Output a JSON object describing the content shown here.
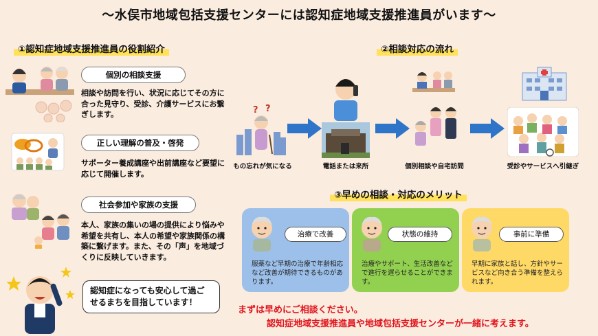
{
  "title": "～水俣市地域包括支援センターには認知症地域支援推進員がいます～",
  "section1": {
    "heading": "①認知症地域支援推進員の役割紹介",
    "items": [
      {
        "label": "個別の相談支援",
        "text": "相談や訪問を行い、状況に応じてその方に合った見守り、受診、介護サービスにお繋ぎします。"
      },
      {
        "label": "正しい理解の普及・啓発",
        "text": "サポーター養成講座や出前講座など要望に応じて開催します。"
      },
      {
        "label": "社会参加や家族の支援",
        "text": "本人、家族の集いの場の提供により悩みや希望を共有し、本人の希望や家族関係の構築に繋げます。また、その「声」を地域づくりに反映していきます。"
      }
    ],
    "speech": "認知症になっても安心して過ごせるまちを目指しています！"
  },
  "section2": {
    "heading": "②相談対応の流れ",
    "steps": [
      "もの忘れが気になる",
      "電話または来所",
      "個別相談や自宅訪問",
      "受診やサービスへ引継ぎ"
    ]
  },
  "section3": {
    "heading": "③早めの相談・対応のメリット",
    "cards": [
      {
        "bubble": "治療で改善",
        "text": "服薬など早期の治療で年齢相応など改善が期待できるものがあります。",
        "color": "#9cc0ea"
      },
      {
        "bubble": "状態の維持",
        "text": "治療やサポート、生活改善などで進行を遅らせることができます。",
        "color": "#92d050"
      },
      {
        "bubble": "事前に準備",
        "text": "早期に家族と話し、方針やサービスなど向き合う準備を整えられます。",
        "color": "#ffd966"
      }
    ],
    "closing_line1": "まずは早めにご相談ください。",
    "closing_line2": "認知症地域支援推進員や地域包括支援センターが一緒に考えます。"
  },
  "colors": {
    "background": "#fbece0",
    "arrow": "#2e74c8",
    "highlight": "#ffe15a",
    "closing": "#e0141c"
  }
}
